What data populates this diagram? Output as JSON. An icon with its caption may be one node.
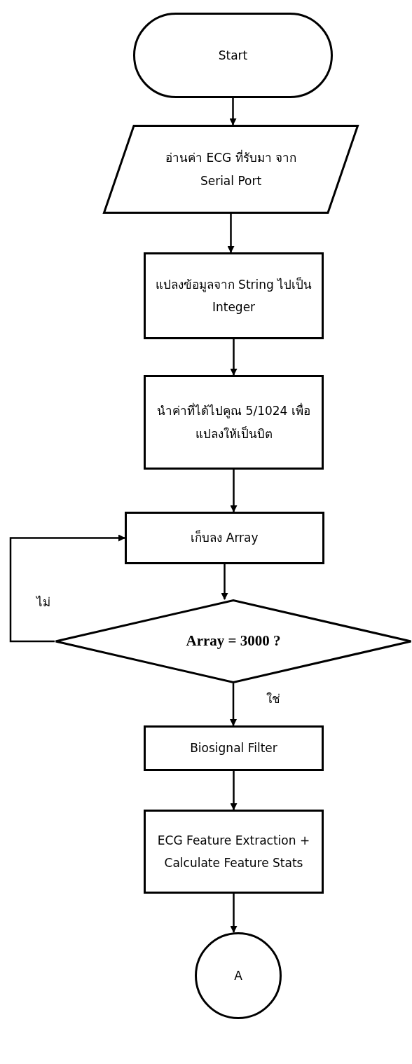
{
  "diagram": {
    "nodes": [
      {
        "text": [
          "Start"
        ]
      },
      {
        "text": [
          "อ่านค่า ECG ที่รับมา จาก Serial Port"
        ]
      },
      {
        "text": [
          "แปลงข้อมูลจาก String ไปเป็น Integer"
        ]
      },
      {
        "text": [
          "นำค่าที่ได้ไปคูณ 5/1024 เพื่อแปลงให้เป็นบิต"
        ]
      },
      {
        "text": [
          "เก็บลง Array"
        ]
      },
      {
        "text": [
          "Array = 3000 ?"
        ]
      },
      {
        "text": [
          "Biosignal Filter"
        ]
      },
      {
        "text": [
          "ECG Feature Extraction + Calculate Feature Stats"
        ]
      },
      {
        "text": [
          "A"
        ]
      }
    ],
    "edges": [
      {
        "from": 0,
        "to": 1,
        "arrow": "to"
      },
      {
        "from": 1,
        "to": 2,
        "arrow": "to"
      },
      {
        "from": 2,
        "to": 3,
        "arrow": "to"
      },
      {
        "from": 3,
        "to": 4,
        "arrow": "to"
      },
      {
        "from": 4,
        "to": 5,
        "arrow": "to"
      },
      {
        "from": 5,
        "to": 4,
        "arrow": "to",
        "label": "ไม่"
      },
      {
        "from": 5,
        "to": 6,
        "arrow": "to",
        "label": "ใช่"
      },
      {
        "from": 6,
        "to": 7,
        "arrow": "to"
      },
      {
        "from": 7,
        "to": 8,
        "arrow": "to"
      }
    ]
  }
}
